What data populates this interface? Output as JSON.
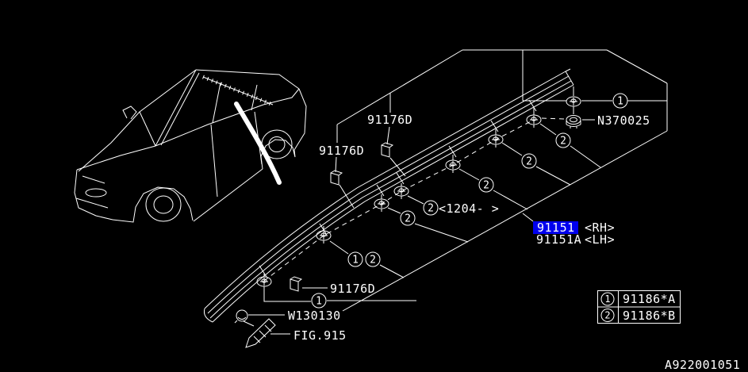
{
  "diagram": {
    "labels": {
      "protector_top": "91176D",
      "protector_mid": "91176D",
      "protector_bottom": "91176D",
      "nut": "N370025",
      "date_range": "<1204-  >",
      "rail_rh_number": "91151",
      "rail_rh_side": "<RH>",
      "rail_lh_number": "91151A",
      "rail_lh_side": "<LH>",
      "washer": "W130130",
      "figure_ref": "FIG.915"
    },
    "callouts": {
      "one": "1",
      "two": "2"
    },
    "legend": {
      "rows": [
        {
          "no": "1",
          "part": "91186*A"
        },
        {
          "no": "2",
          "part": "91186*B"
        }
      ]
    },
    "footer": {
      "doc_id": "A922001051"
    },
    "colors": {
      "background": "#000000",
      "line": "#ffffff",
      "text": "#ffffff",
      "highlight": "#0000ee"
    }
  }
}
